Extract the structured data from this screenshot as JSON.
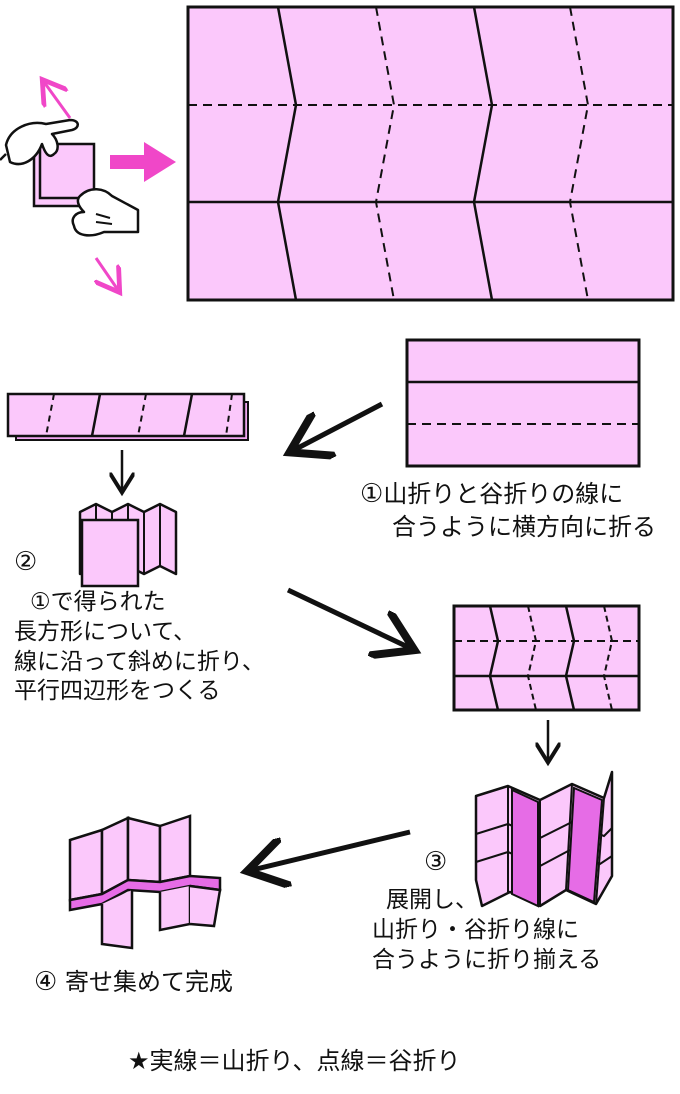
{
  "step1": {
    "number": "①",
    "line1": "山折りと谷折りの線に",
    "line2": "合うように横方向に折る"
  },
  "step2": {
    "number": "②",
    "lines": [
      "①で得られた",
      "長方形について、",
      "線に沿って斜めに折り、",
      "平行四辺形をつくる"
    ]
  },
  "step3": {
    "number": "③",
    "lines": [
      "展開し、",
      "山折り・谷折り線に",
      "合うように折り揃える"
    ]
  },
  "step4": {
    "number": "④",
    "text": "寄せ集めて完成"
  },
  "legend": {
    "mark": "★",
    "text": "実線＝山折り、点線＝谷折り"
  },
  "colors": {
    "paper": "#fbc8fb",
    "paper_dark": "#e66ce6",
    "paper_alt": "#f3a8f3",
    "accent_arrow": "#f047c8",
    "ink": "#111111"
  }
}
